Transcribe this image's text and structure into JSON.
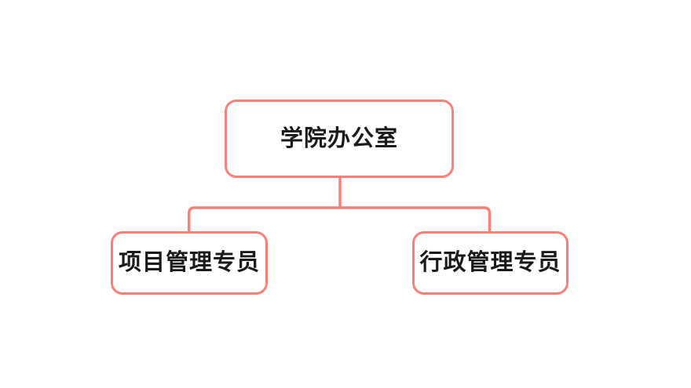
{
  "diagram": {
    "type": "org-chart",
    "root": {
      "label": "学院办公室"
    },
    "children": [
      {
        "label": "项目管理专员"
      },
      {
        "label": "行政管理专员"
      }
    ]
  },
  "colors": {
    "node_border": "#FA8078",
    "connector": "#FA8078",
    "text": "#1A1A1A",
    "background": "#FFFFFF"
  }
}
